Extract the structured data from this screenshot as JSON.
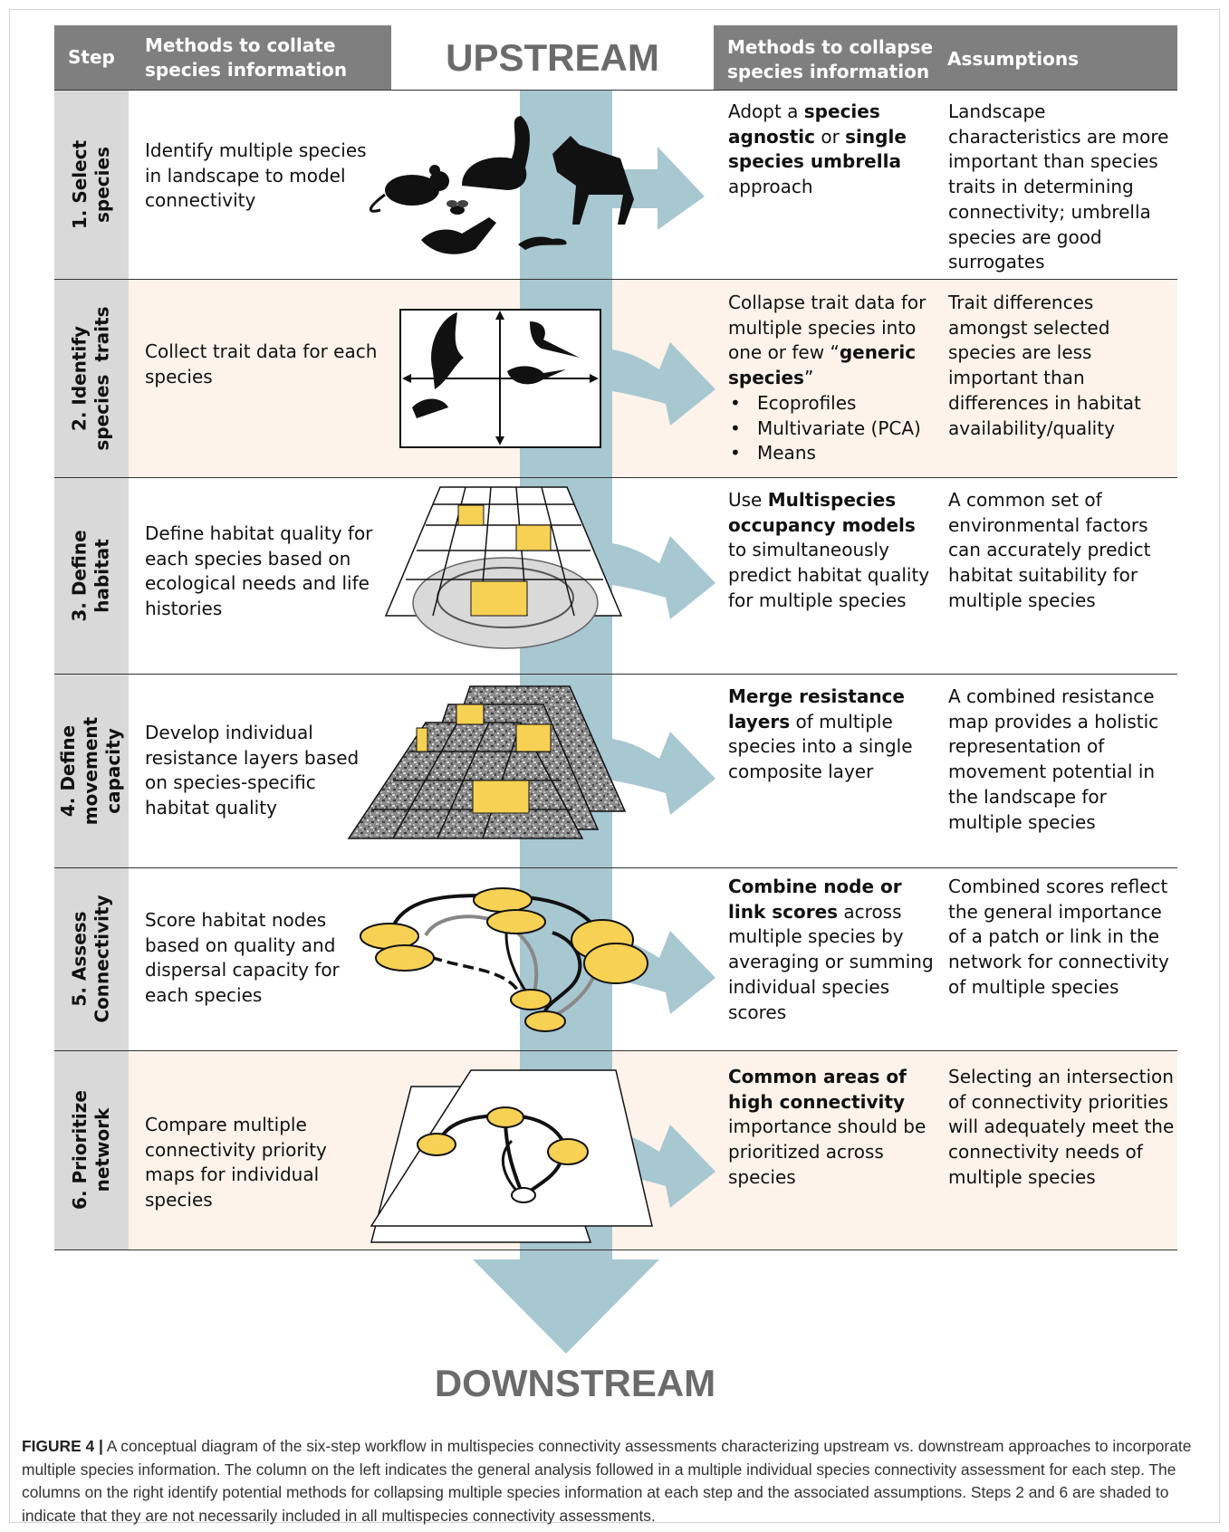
{
  "header": {
    "step": "Step",
    "collate": "Methods to collate species information",
    "upstream": "UPSTREAM",
    "collapse": "Methods to collapse species information",
    "assumptions": "Assumptions"
  },
  "rows": [
    {
      "step": "1. Select\nspecies",
      "collate": "Identify multiple species in landscape to model connectivity",
      "collapse": [
        {
          "t": "Adopt a "
        },
        {
          "t": "species agnostic",
          "b": true
        },
        {
          "t": " or "
        },
        {
          "t": "single species umbrella",
          "b": true
        },
        {
          "t": " approach"
        }
      ],
      "assumptions": "Landscape characteristics are more important than species traits in determining connectivity; umbrella species are good surrogates"
    },
    {
      "step": "2. Identify\nspecies  traits",
      "collate": "Collect trait data for each species",
      "collapse": [
        {
          "t": "Collapse trait data for multiple species into one or few “"
        },
        {
          "t": "generic species",
          "b": true
        },
        {
          "t": "”"
        }
      ],
      "bullets": [
        "Ecoprofiles",
        "Multivariate (PCA)",
        "Means"
      ],
      "assumptions": "Trait differences amongst selected species are less important than differences in habitat availability/quality"
    },
    {
      "step": "3. Define\nhabitat",
      "collate": "Define habitat quality for each species based on ecological needs and life histories",
      "collapse": [
        {
          "t": "Use "
        },
        {
          "t": "Multispecies occupancy models",
          "b": true
        },
        {
          "t": " to simultaneously predict habitat quality for multiple species"
        }
      ],
      "assumptions": "A common set of environmental factors can accurately predict habitat suitability for multiple species"
    },
    {
      "step": "4. Define\nmovement\ncapacity",
      "collate": "Develop individual resistance layers based on species-specific habitat quality",
      "collapse": [
        {
          "t": "Merge resistance layers",
          "b": true
        },
        {
          "t": " of multiple species into a single composite layer"
        }
      ],
      "assumptions": "A combined resistance map provides a holistic representation of movement potential in the landscape for multiple species"
    },
    {
      "step": "5. Assess\nConnectivity",
      "collate": "Score habitat nodes based on quality and dispersal capacity for each species",
      "collapse": [
        {
          "t": "Combine node or link scores",
          "b": true
        },
        {
          "t": " across multiple species by averaging or summing individual species scores"
        }
      ],
      "assumptions": "Combined scores reflect the general importance of a patch or link in the network for connectivity of multiple species"
    },
    {
      "step": "6. Prioritize\nnetwork",
      "collate": "Compare multiple connectivity priority maps for individual species",
      "collapse": [
        {
          "t": "Common areas of high connectivity",
          "b": true
        },
        {
          "t": " importance should be prioritized across species"
        }
      ],
      "assumptions": "Selecting an intersection of connectivity priorities will adequately meet the connectivity needs of multiple species"
    }
  ],
  "downstream": "DOWNSTREAM",
  "caption": {
    "label": "FIGURE 4 |",
    "text": " A conceptual diagram of the six-step workflow in multispecies connectivity assessments characterizing upstream vs. downstream approaches to incorporate multiple species information. The column on the left indicates the general analysis followed in a multiple individual species connectivity assessment for each step. The columns on the right identify potential methods for collapsing multiple species information at each step and the associated assumptions. Steps 2 and 6 are shaded to indicate that they are not necessarily included in all multispecies connectivity assessments."
  },
  "colors": {
    "header_bg": "#7f7f7f",
    "step_band": "#d9d9d9",
    "shaded_row": "#fdf3ea",
    "stream_arrow": "#a7c7d1",
    "stream_arrow_dark": "#9dbecb",
    "habitat_yellow": "#f7d154"
  },
  "icons": [
    "mouse-icon",
    "skunk-icon",
    "coyote-icon",
    "bee-icon",
    "bird-icon",
    "salamander-icon",
    "eagle-icon",
    "magpie-icon",
    "sparrow-icon"
  ]
}
